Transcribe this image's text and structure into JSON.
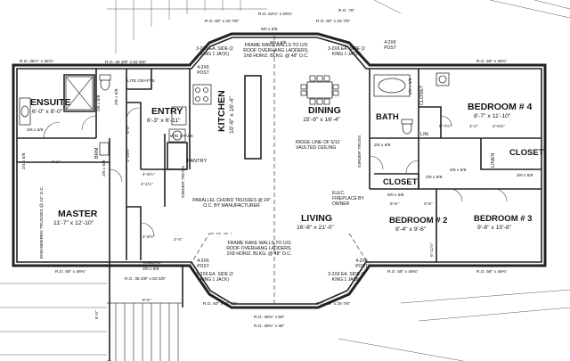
{
  "rooms": {
    "ensuite": {
      "name": "ENSUITE",
      "dims": "6'-0\" x 8'-0\""
    },
    "entry": {
      "name": "ENTRY",
      "dims": "6'-3\" x 6'-11\""
    },
    "kitchen": {
      "name": "KITCHEN",
      "dims": "10'-6\" x 16'-4\""
    },
    "dining": {
      "name": "DINING",
      "dims": "15'-9\" x 16'-4\""
    },
    "bedroom4": {
      "name": "BEDROOM # 4",
      "dims": "8'-7\" x 11'-10\""
    },
    "bath": {
      "name": "BATH"
    },
    "master": {
      "name": "MASTER",
      "dims": "11'-7\" x 12'-10\""
    },
    "living": {
      "name": "LIVING",
      "dims": "16'-8\" x 21'-0\""
    },
    "bedroom2": {
      "name": "BEDROOM # 2",
      "dims": "8'-4\" x 9'-6\""
    },
    "bedroom3": {
      "name": "BEDROOM # 3",
      "dims": "9'-8\" x 10'-8\""
    },
    "closet_right": {
      "name": "CLOSET"
    },
    "closet_b2": {
      "name": "CLOSET"
    },
    "closet_b4": {
      "name": "CLOSET"
    },
    "linen": {
      "name": "LINEN"
    },
    "lin": {
      "name": "LIN."
    },
    "pantry": {
      "name": "PANTRY"
    },
    "brm": {
      "name": "BRM"
    },
    "crafts": {
      "name": "LITE CRAFTS"
    },
    "wd": {
      "name": "W/D STACK"
    },
    "auburn": {
      "name": "AUBURN",
      "dims": "3/0 x 6/8"
    }
  },
  "notes": {
    "top_ro1": "R.O. 64¾\" x 29¾\"",
    "top_ro2": "R.O. 60\" x 29 7/8\"",
    "top_ro3": "R.O. 60\" x 29 7/8\"",
    "top_ro4": "R.O. 76\"",
    "top_ro5": "9/0 x 6/8",
    "ro_ensuite": "R.O. 36½\" x 36⅝\"",
    "ro_entry": "R.O. 38 3/8\" x 82 5/8\"",
    "ro_b4": "R.O. 56\" x 48⅜\"",
    "frame_top": "FRAME RAKE WALLS TO U/S ROOF OVERHANG LADDERS, 2X8 HORIZ. BLKG. @ 48\" O.C.",
    "frame_bottom": "FRAME RAKE WALLS TO U/S ROOF OVERHANG LADDERS, 2X8 HORIZ. BLKG. @ 48\" O.C.",
    "side_tl": "3-2X6 EA. SIDE (2 KING 1 JACK)",
    "side_tr": "3-2X6 EA. SIDE (2 KING 1 JACK)",
    "side_bl": "3-2X6 EA. SIDE (2 KING 1 JACK)",
    "side_br": "3-2X6 EA. SIDE (2 KING 1 JACK)",
    "post_tl": "4-2X6 POST",
    "post_tr": "4-2X6 POST",
    "post_bl": "4-2X6 POST",
    "post_br": "4-2X6 POST",
    "ridge": "RIDGE LINE OF 5/12 VAULTED CEILING",
    "parallel": "PARALLEL CHORD TRUSSES @ 24\" O.C. BY MANUFACTURER",
    "engineered": "ENGINEERED TRUSSES @ 24\" O.C.",
    "girder_truss": "GIRDER TRUSS",
    "girder_truss2": "GIRDER TRUSS",
    "fireplace": "ELEC. FIREPLACE BY OWNER",
    "ro_master": "R.O. 56\" x 48⅜\"",
    "ro_bottom_left": "R.O. 38 3/8\" x 82 5/8\"",
    "ro_b2": "R.O. 56\" x 48⅜\"",
    "ro_b3": "R.O. 56\" x 48⅜\"",
    "ro_bot1": "R.O. 60\" x 29 7/8\"",
    "ro_bot2": "R.O. 48⅜\" x 56\"",
    "ro_bot3": "R.O. 48⅜\" x 36\"",
    "ro_bot4": "R.O. 60\" x 29 7/8\"",
    "door_96": "9/0 x 6/8",
    "d_26a": "2/6 x 6/8",
    "d_26b": "2/6 x 6/8",
    "d_26c": "2/6 x 6/8",
    "d_26d": "2/6 x 6/8",
    "d_26e": "2/6 x 6/8",
    "d_24": "2/4 x 6/8",
    "d_28": "2/8 x 6/8",
    "d_30": "3/0 x 6/8",
    "d_50": "5/0 x 6/8",
    "d_26f": "2/6 x 6/8",
    "d_26g": "2/6 x 6/8",
    "dm_41": "4'-1\"",
    "dm_457": "4'-5½\"",
    "dm_456": "4'-6½\"",
    "dm_24": "2'-4\"",
    "dm_412": "4'-1½\"",
    "dm_5712": "5'-7½\"",
    "dm_24b": "2'-4\"",
    "dm_4634": "4'-6¾\"",
    "dm_65": "6'-5\"",
    "dm_36": "3'-6\"",
    "dm_611": "6'-11½\"",
    "dm_6": "6'-0\"",
    "dm_8": "8'-0\"",
    "dm_1102": "1'-10½\"",
    "dm_5": "5'-0\""
  }
}
